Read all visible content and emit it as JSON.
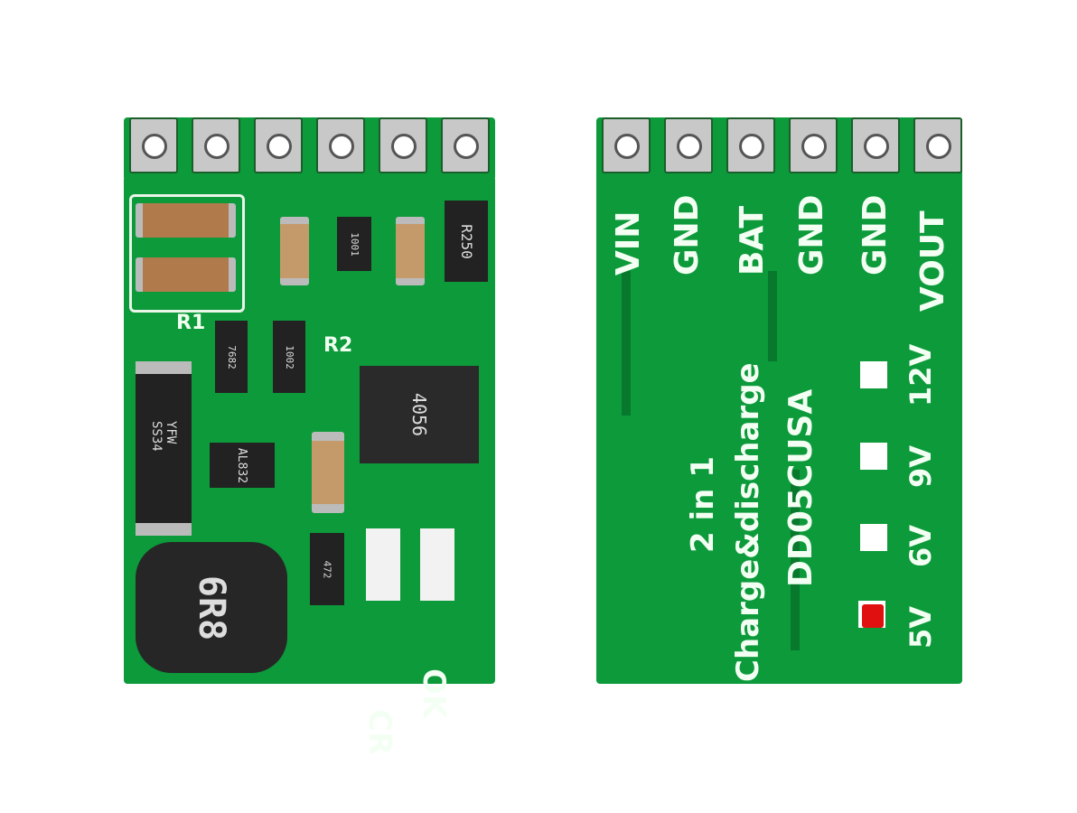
{
  "front": {
    "r1": "R1",
    "r2": "R2",
    "r250": "R250",
    "r1001": "1001",
    "r7682": "7682",
    "r1002": "1002",
    "diode": "YFW SS34",
    "ic_small": "AL832",
    "ic_main": "4056",
    "inductor": "6R8",
    "r472": "472",
    "cr": "CR",
    "ok": "OK"
  },
  "back": {
    "pins": [
      "VIN",
      "GND",
      "BAT",
      "GND",
      "GND",
      "VOUT"
    ],
    "line1": "2 in 1",
    "line2": "Charge&discharge",
    "model": "DD05CUSA",
    "voltages": [
      "12V",
      "9V",
      "6V",
      "5V"
    ],
    "selected_color": "#e01010"
  }
}
